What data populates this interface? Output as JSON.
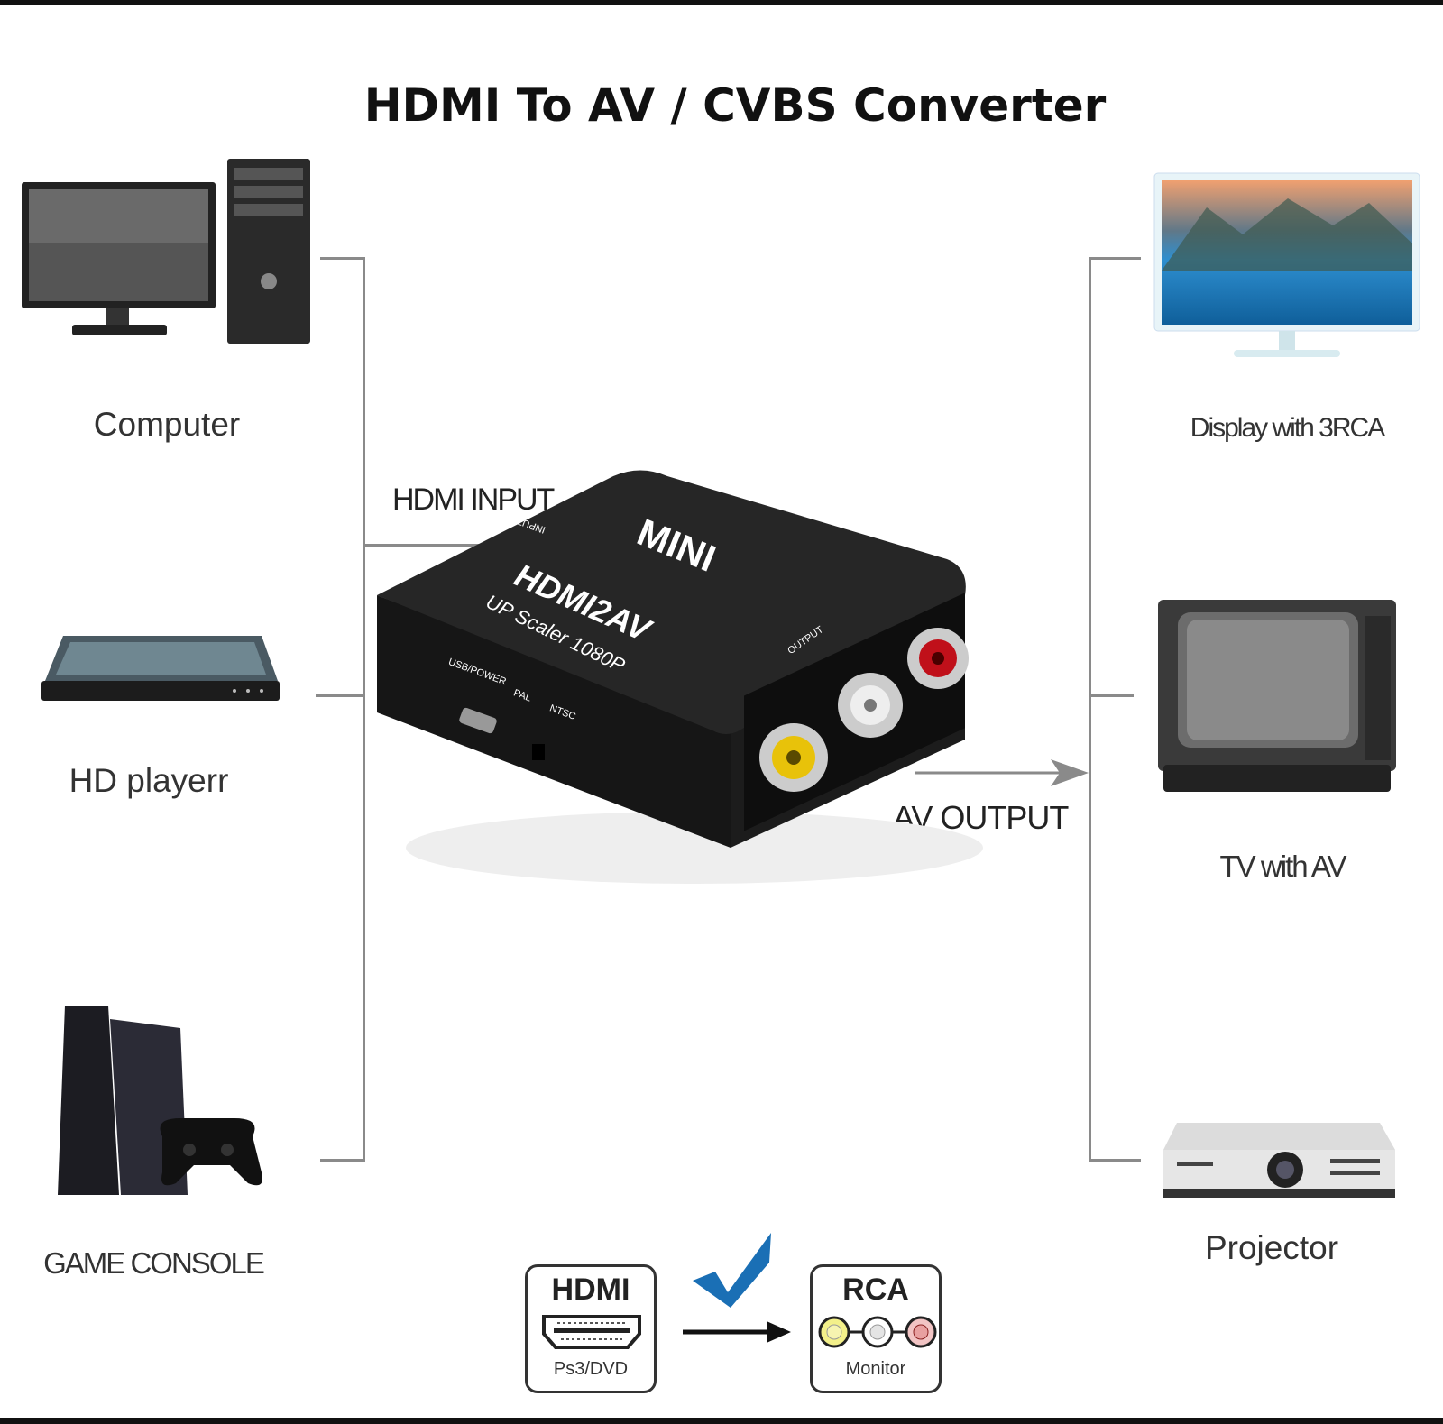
{
  "title": "HDMI To AV / CVBS Converter",
  "sources": [
    {
      "label": "Computer",
      "icon": "computer-icon"
    },
    {
      "label": "HD playerr",
      "icon": "blu-ray-player-icon"
    },
    {
      "label": "GAME CONSOLE",
      "icon": "game-console-icon"
    }
  ],
  "outputs": [
    {
      "label": "Display with 3RCA",
      "icon": "monitor-icon"
    },
    {
      "label": "TV with AV",
      "icon": "crt-tv-icon"
    },
    {
      "label": "Projector",
      "icon": "projector-icon"
    }
  ],
  "connectors": {
    "input_label": "HDMI INPUT",
    "output_label": "AV OUTPUT"
  },
  "device": {
    "brand": "MINI",
    "model": "HDMI2AV",
    "subtitle": "UP Scaler 1080P",
    "input_marking": "INPUT",
    "output_marking": "OUTPUT",
    "usb_marking": "USB/POWER",
    "pal_marking": "PAL",
    "ntsc_marking": "NTSC",
    "rca_colors": [
      "#e8c20a",
      "#e8e8e8",
      "#c0101a"
    ]
  },
  "compatibility": {
    "from_title": "HDMI",
    "from_sub": "Ps3/DVD",
    "to_title": "RCA",
    "to_sub": "Monitor",
    "check_color": "#1a6fb5",
    "rca_colors": [
      "#f3f08a",
      "#e4e4e4",
      "#e8a0a0"
    ]
  }
}
